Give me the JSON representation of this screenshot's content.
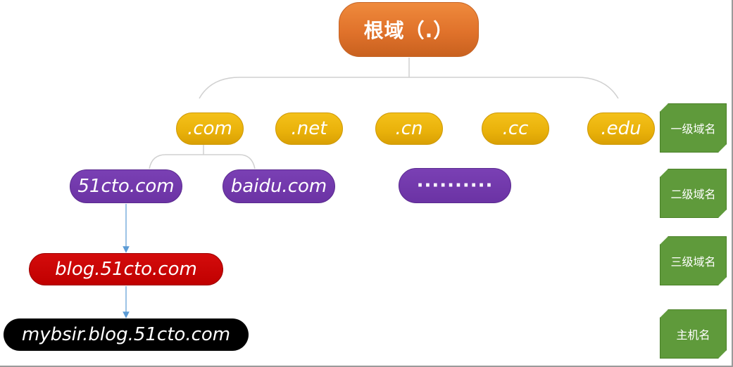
{
  "root": {
    "label": "根域（.）"
  },
  "top_level": [
    ".com",
    ".net",
    ".cn",
    ".cc",
    ".edu"
  ],
  "second_level": [
    "51cto.com",
    "baidu.com",
    "··········"
  ],
  "third_level": "blog.51cto.com",
  "host": "mybsir.blog.51cto.com",
  "level_labels": [
    "一级域名",
    "二级域名",
    "三级域名",
    "主机名"
  ],
  "colors": {
    "root": "#e0722b",
    "top_level": "#e9b10a",
    "second_level": "#6b33a4",
    "third_level": "#c00000",
    "host": "#000000",
    "level_label": "#5f9a3b",
    "arrow": "#5b9bd5"
  }
}
